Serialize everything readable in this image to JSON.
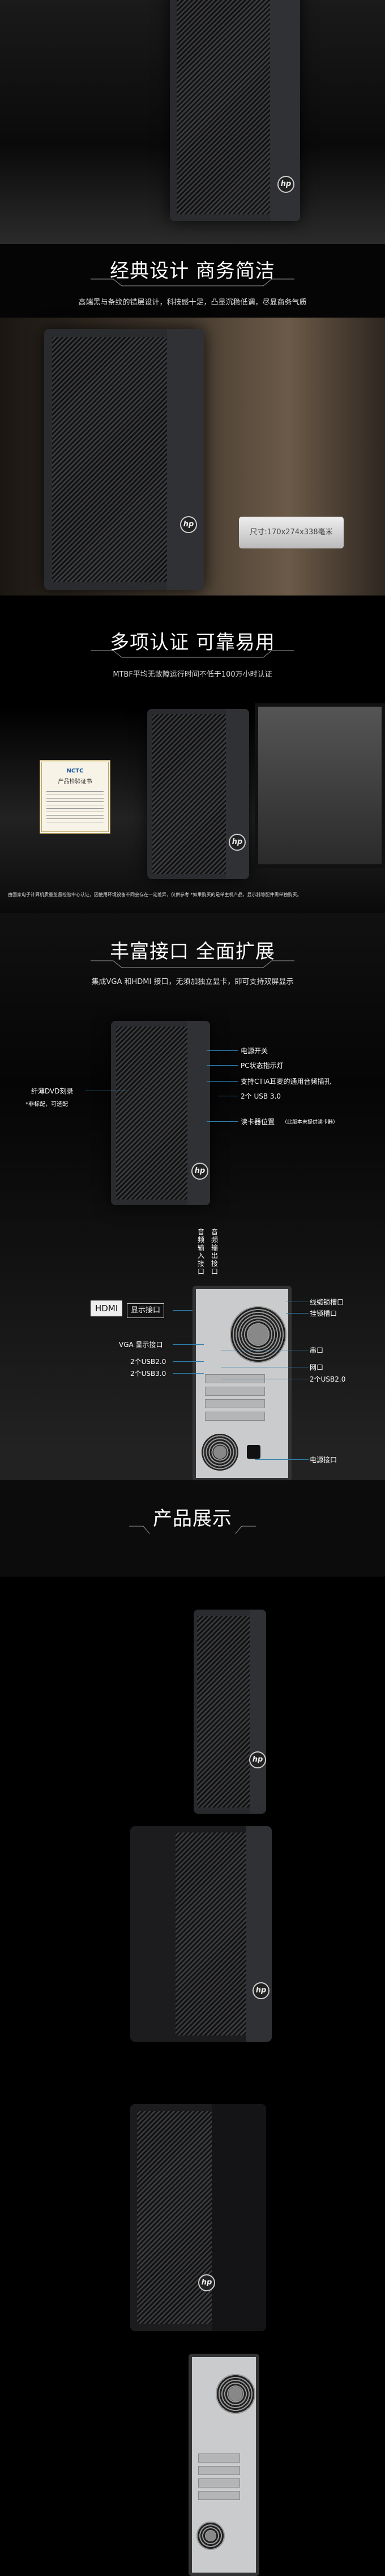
{
  "brand_logo": "hp",
  "sections": {
    "design": {
      "title": "经典设计 商务简洁",
      "subtitle": "高端黑与条纹的错层设计，科技感十足，凸显沉稳低调，尽显商务气质",
      "dimension": "尺寸:170x274x338毫米"
    },
    "certification": {
      "title": "多项认证 可靠易用",
      "subtitle": "MTBF平均无故障运行时间不低于100万小时认证",
      "certificate": {
        "logo": "NCTC",
        "heading": "产品检验证书"
      },
      "note": "由国家电子计算机质量监督检验中心认证，因使用环境设备不同会存在一定差异，仅供参考    *如果购买的是单主机产品，显示器等配件需单独购买。"
    },
    "ports": {
      "title": "丰富接口 全面扩展",
      "subtitle": "集成VGA 和HDMI 接口，无须加独立显卡，即可支持双屏显示",
      "front_labels": [
        "电源开关",
        "PC状态指示灯",
        "支持CTIA耳麦的通用音频插孔",
        "2个 USB 3.0"
      ],
      "card_reader": "读卡器位置",
      "card_reader_note": "（此版本未提供读卡器）",
      "dvd": "纤薄DVD刻录",
      "dvd_note": "*非标配，可选配",
      "audio_in": "音频输入接口",
      "audio_out": "音频输出接口",
      "hdmi_tag": "HDMI",
      "hdmi_label": "显示接口",
      "back_left": [
        "VGA 显示接口",
        "2个USB2.0",
        "2个USB3.0"
      ],
      "back_right": [
        "线缆锁槽口",
        "挂锁槽口",
        "串口",
        "网口",
        "2个USB2.0",
        "电源接口"
      ]
    },
    "gallery": {
      "title": "产品展示"
    }
  }
}
